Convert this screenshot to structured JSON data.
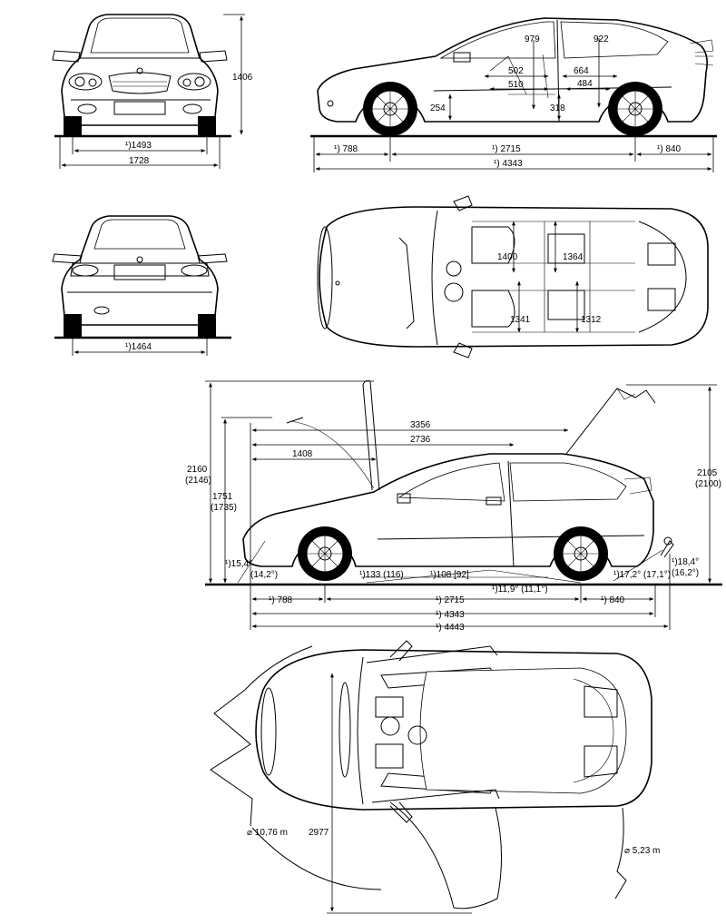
{
  "front_view": {
    "height": "1406",
    "track": "¹)1493",
    "width": "1728"
  },
  "rear_view": {
    "track": "¹)1464"
  },
  "side_view": {
    "seat_height_front": "979",
    "seat_height_rear": "922",
    "legroom_front": "502",
    "seat_depth_front": "510",
    "legroom_rear": "664",
    "seat_depth_rear": "484",
    "sill_height": "254",
    "cushion_height": "318",
    "front_overhang": "¹) 788",
    "wheelbase": "¹) 2715",
    "rear_overhang": "¹) 840",
    "overall_length": "¹) 4343"
  },
  "interior_top_view": {
    "front_shoulder": "1400",
    "rear_shoulder": "1364",
    "front_elbow": "1341",
    "rear_elbow": "1312"
  },
  "open_doors_view": {
    "hood_open_height": "2160",
    "hood_open_height_alt": "(2146)",
    "roof_height": "1751",
    "roof_height_alt": "(1735)",
    "trunk_open_height": "2105",
    "trunk_open_height_alt": "(2100)",
    "hood_arc_reach": "3356",
    "hood_hinge_span": "2736",
    "hood_length": "1408",
    "approach_angle": "¹)15,4°",
    "approach_angle_alt": "(14,2°)",
    "ground_clearance_front": "¹)133 (116)",
    "ground_clearance_mid": "¹)108 [92]",
    "ramp_angle": "¹)11,9° (11,1°)",
    "departure_angle_a": "¹)17,2° (17,1°)",
    "departure_angle_b": "¹)18,4°",
    "departure_angle_b_alt": "(16,2°)",
    "front_overhang": "¹) 788",
    "wheelbase": "¹) 2715",
    "rear_overhang": "¹) 840",
    "length": "¹) 4343",
    "length_with_hitch": "¹) 4443"
  },
  "turning_view": {
    "turning_circle": "⌀ 10,76 m",
    "door_open_width": "2977",
    "inner_circle": "⌀ 5,23 m"
  }
}
